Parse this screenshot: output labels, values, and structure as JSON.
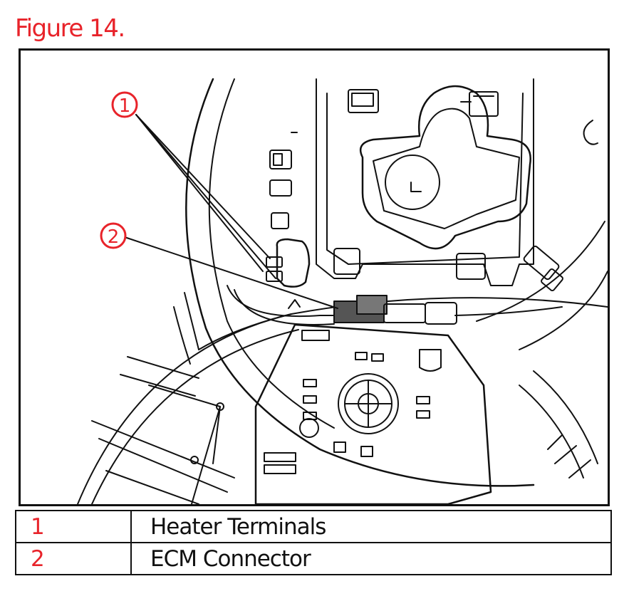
{
  "figure_title": "Figure 14.",
  "callouts": [
    "1",
    "2"
  ],
  "legend": [
    {
      "number": "1",
      "label": "Heater Terminals"
    },
    {
      "number": "2",
      "label": "ECM Connector"
    }
  ],
  "colors": {
    "title": "#e8232a",
    "callout": "#e8232a",
    "line_art": "#111111",
    "connector_fill": "#555555"
  }
}
